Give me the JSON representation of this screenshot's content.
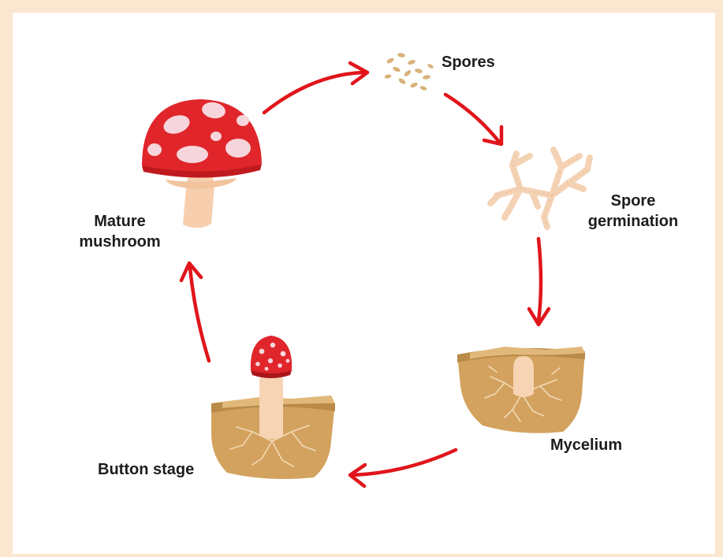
{
  "diagram": {
    "type": "cycle",
    "colors": {
      "background": "#fbe7cf",
      "card": "#ffffff",
      "arrow": "#e0151b",
      "cap_red": "#e0262b",
      "cap_spot": "#f6d6dc",
      "stem": "#f7cfae",
      "soil": "#d3a25e",
      "spore": "#d8b27a"
    },
    "stages": [
      {
        "id": "spores",
        "label": "Spores",
        "icon": "spores-icon"
      },
      {
        "id": "germination",
        "label_line1": "Spore",
        "label_line2": "germination",
        "icon": "hyphae-icon"
      },
      {
        "id": "mycelium",
        "label": "Mycelium",
        "icon": "mycelium-soil-icon"
      },
      {
        "id": "button",
        "label": "Button stage",
        "icon": "button-mushroom-icon"
      },
      {
        "id": "mature",
        "label_line1": "Mature",
        "label_line2": "mushroom",
        "icon": "mature-mushroom-icon"
      }
    ]
  }
}
